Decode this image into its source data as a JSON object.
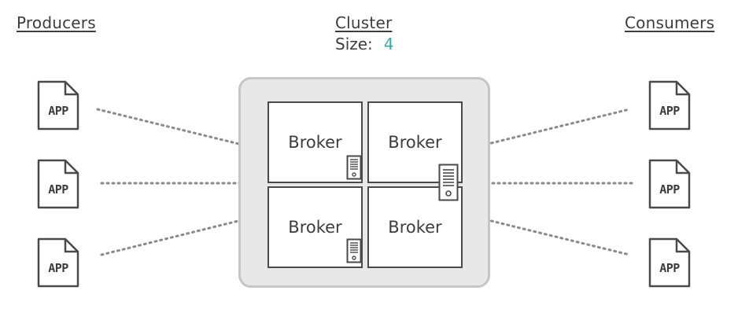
{
  "headings": {
    "producers": "Producers",
    "cluster": "Cluster",
    "consumers": "Consumers"
  },
  "cluster": {
    "size_label": "Size:",
    "size_value": "4"
  },
  "producers": [
    {
      "label": "APP"
    },
    {
      "label": "APP"
    },
    {
      "label": "APP"
    }
  ],
  "consumers": [
    {
      "label": "APP"
    },
    {
      "label": "APP"
    },
    {
      "label": "APP"
    }
  ],
  "brokers": [
    {
      "label": "Broker"
    },
    {
      "label": "Broker"
    },
    {
      "label": "Broker"
    },
    {
      "label": "Broker"
    }
  ],
  "colors": {
    "accent": "#3aa6ae",
    "text": "#3d3d3d",
    "cluster_fill": "#e8e8e8",
    "cluster_border": "#c6c6c6"
  },
  "icons": {
    "app": "document-app-icon",
    "server": "server-icon"
  }
}
